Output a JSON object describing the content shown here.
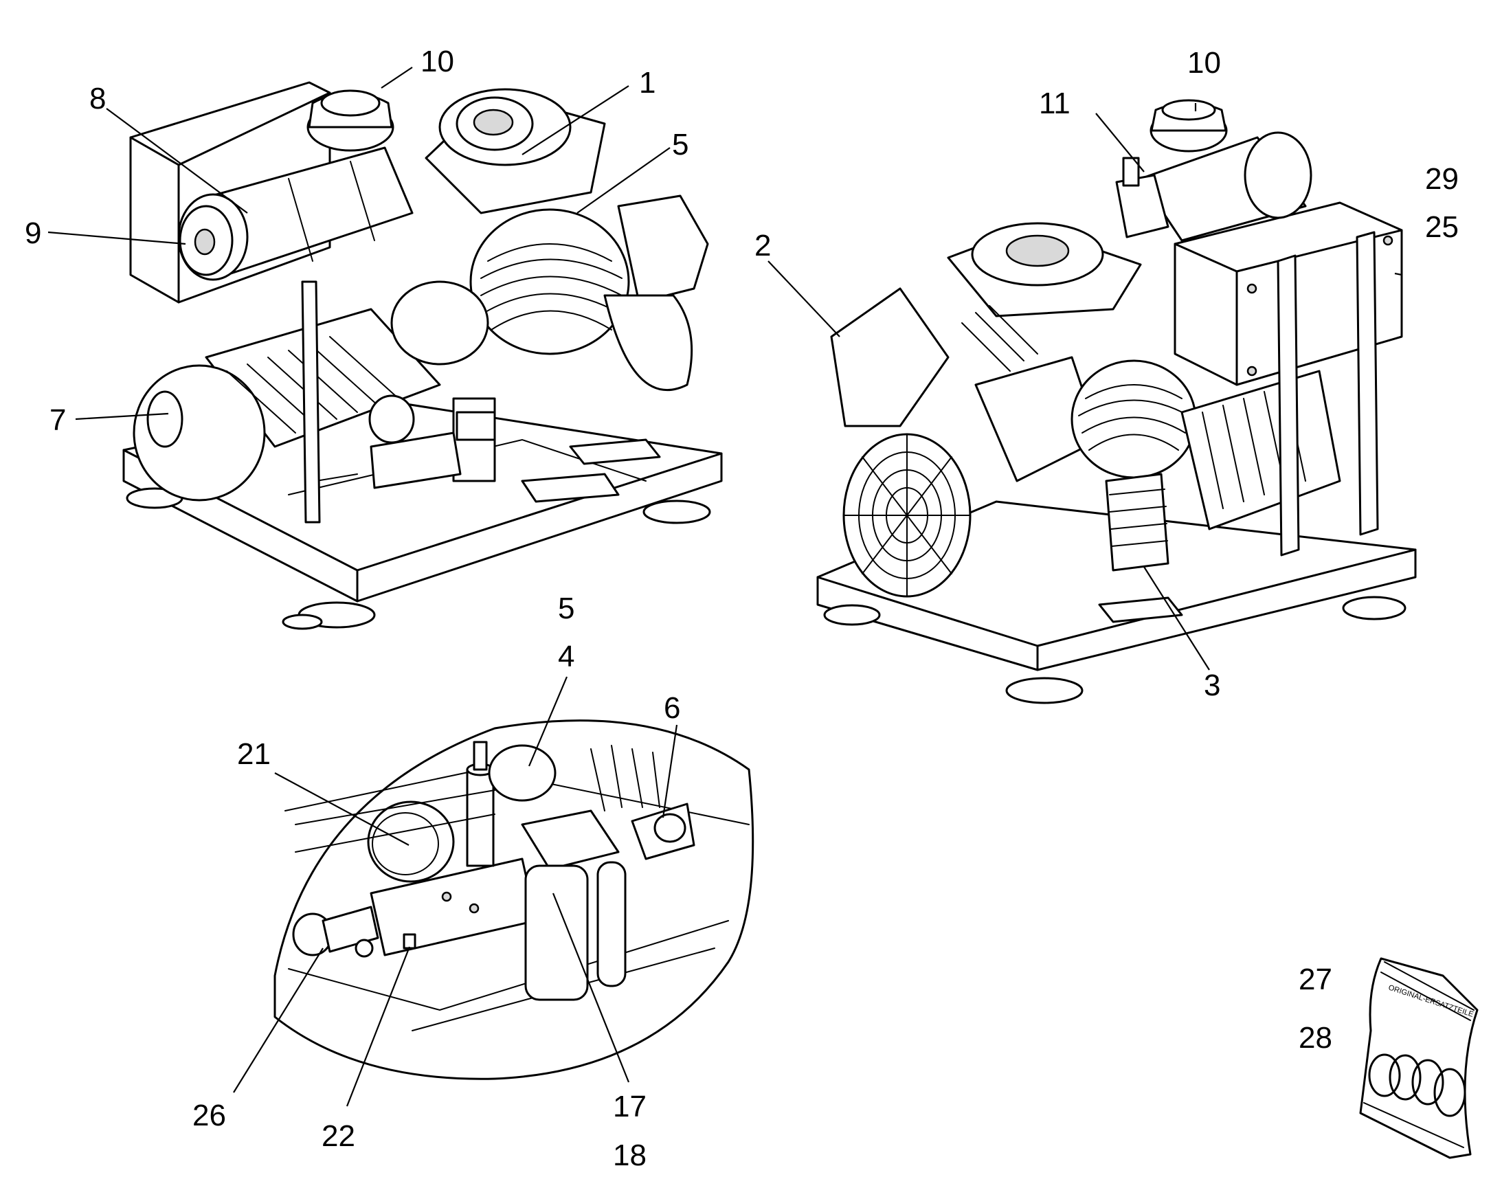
{
  "callouts": {
    "c1": "1",
    "c2": "2",
    "c3": "3",
    "c4": "4",
    "c5a": "5",
    "c5b": "5",
    "c6": "6",
    "c7": "7",
    "c8": "8",
    "c9": "9",
    "c10a": "10",
    "c10b": "10",
    "c11": "11",
    "c17": "17",
    "c18": "18",
    "c21": "21",
    "c22": "22",
    "c25": "25",
    "c26": "26",
    "c27": "27",
    "c28": "28",
    "c29": "29"
  },
  "bag_label": "ORIGINAL-ERSATZTEILE"
}
